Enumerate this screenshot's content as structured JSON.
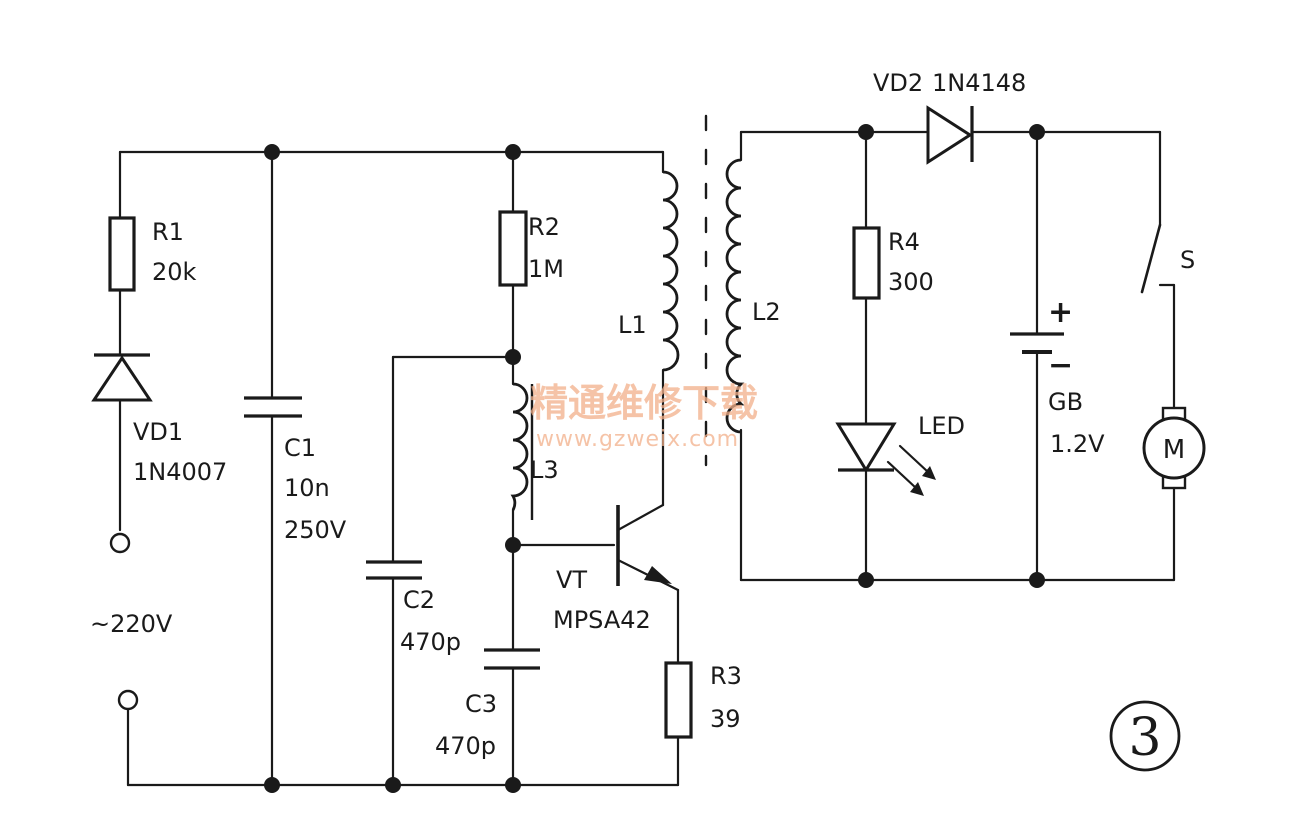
{
  "components": {
    "r1": {
      "name": "R1",
      "value": "20k"
    },
    "vd1": {
      "name": "VD1",
      "value": "1N4007"
    },
    "c1": {
      "name": "C1",
      "value": "10n",
      "rating": "250V"
    },
    "supply": {
      "label": "~220V"
    },
    "r2": {
      "name": "R2",
      "value": "1M"
    },
    "l1": {
      "name": "L1"
    },
    "l2": {
      "name": "L2"
    },
    "l3": {
      "name": "L3"
    },
    "c2": {
      "name": "C2",
      "value": "470p"
    },
    "c3": {
      "name": "C3",
      "value": "470p"
    },
    "vt1": {
      "name": "VT",
      "value": "MPSA42"
    },
    "r3": {
      "name": "R3",
      "value": "39"
    },
    "vd2": {
      "name": "VD2",
      "value": "1N4148"
    },
    "r4": {
      "name": "R4",
      "value": "300"
    },
    "led": {
      "name": "LED"
    },
    "gb": {
      "name": "GB",
      "value": "1.2V",
      "plus": "+",
      "minus": "−"
    },
    "switch": {
      "name": "S"
    },
    "motor": {
      "name": "M"
    }
  },
  "watermark": {
    "cn": "精通维修下载",
    "url": "www.gzweix.com"
  },
  "figure_number": "3"
}
